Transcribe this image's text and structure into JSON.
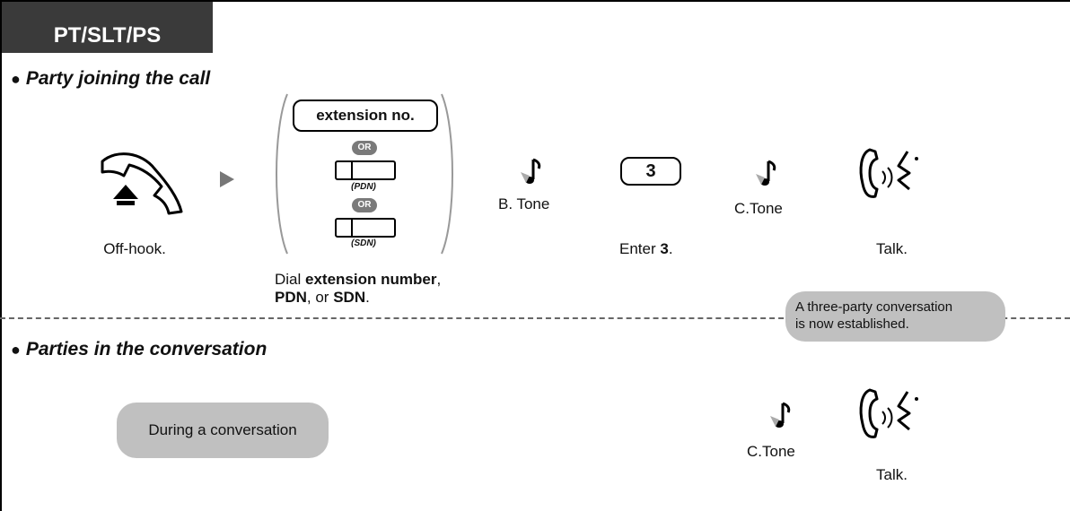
{
  "header": {
    "tab_label": "PT/SLT/PS"
  },
  "section1": {
    "title": "Party joining the call",
    "offhook_label": "Off-hook.",
    "extension_key": "extension no.",
    "or_badge": "OR",
    "pdn_caption": "(PDN)",
    "sdn_caption": "(SDN)",
    "dial_text": {
      "l1_prefix": "Dial ",
      "l1_bold": "extension number",
      "l1_suffix": ",",
      "l2_bold_a": "PDN",
      "l2_mid": ", or ",
      "l2_bold_b": "SDN",
      "l2_suffix": "."
    },
    "btone_label": "B. Tone",
    "key_3": "3",
    "enter_prefix": "Enter ",
    "enter_bold": "3",
    "enter_suffix": ".",
    "ctone_label": "C.Tone",
    "talk_label": "Talk."
  },
  "note": {
    "line1": "A three-party conversation",
    "line2": "is now established."
  },
  "section2": {
    "title": "Parties in the conversation",
    "during_label": "During a conversation",
    "ctone_label": "C.Tone",
    "talk_label": "Talk."
  },
  "colors": {
    "tab_bg": "#3a3a3a",
    "pill_bg": "#c0c0c0",
    "or_badge": "#7a7a7a"
  }
}
